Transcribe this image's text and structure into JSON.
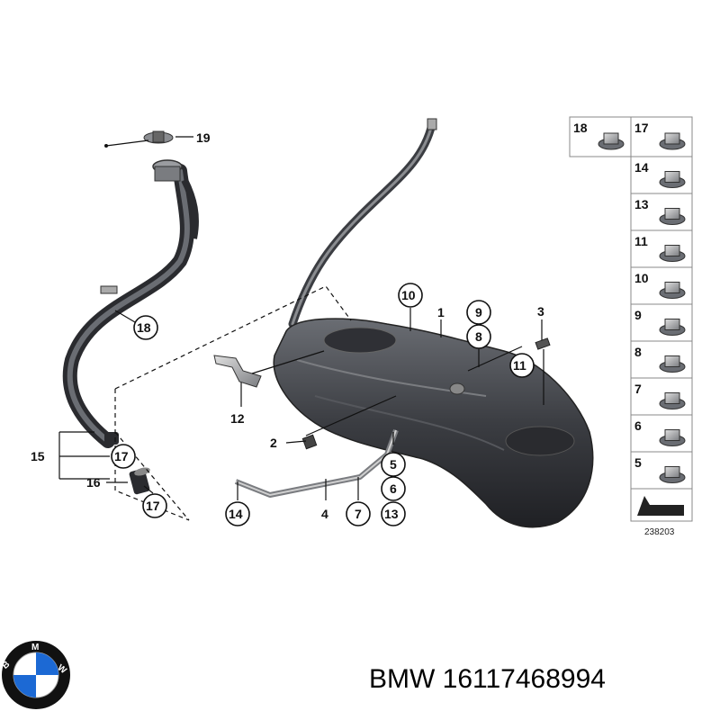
{
  "labels": {
    "n1": "1",
    "n2": "2",
    "n3": "3",
    "n4": "4",
    "n5": "5",
    "n6": "6",
    "n7": "7",
    "n8": "8",
    "n9": "9",
    "n10": "10",
    "n11": "11",
    "n12": "12",
    "n13": "13",
    "n14": "14",
    "n15": "15",
    "n16": "16",
    "n17": "17",
    "n18": "18",
    "n19": "19"
  },
  "legend": {
    "items": [
      "18",
      "17",
      "14",
      "13",
      "11",
      "10",
      "9",
      "8",
      "7",
      "6",
      "5"
    ]
  },
  "diagram_number": "238203",
  "brand": {
    "text": "BMW 16117468994",
    "logo_letters": "BMW"
  },
  "colors": {
    "tank": "#3b3d42",
    "tank_highlight": "#6a6d73",
    "hose": "#4c4f55",
    "metal": "#9a9ca0",
    "bmw_blue": "#1c69d4"
  }
}
